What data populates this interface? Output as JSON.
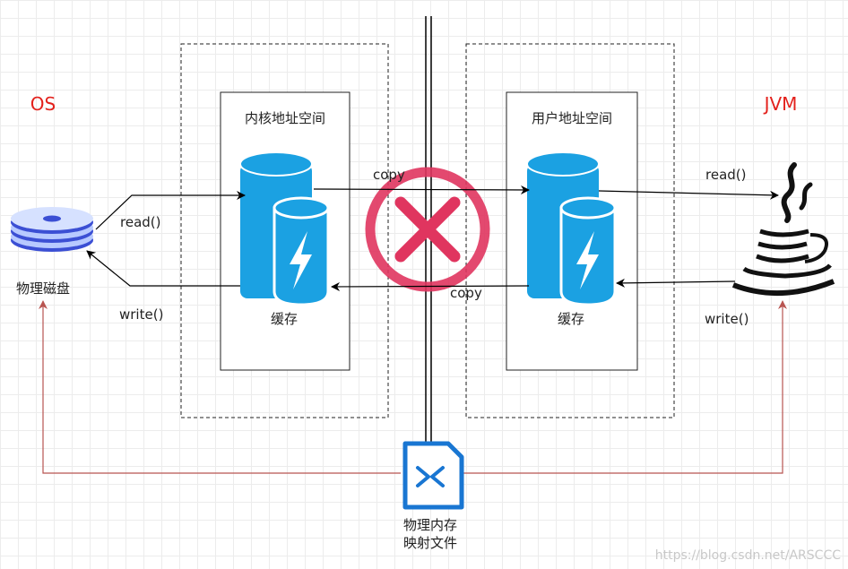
{
  "labels": {
    "os": "OS",
    "jvm": "JVM",
    "disk": "物理磁盘",
    "kernel_space": "内核地址空间",
    "user_space": "用户地址空间",
    "kernel_cache": "缓存",
    "user_cache": "缓存",
    "copy_top": "copy",
    "copy_bottom": "copy",
    "read_left": "read()",
    "write_left": "write()",
    "read_right": "read()",
    "write_right": "write()",
    "mmap_line1": "物理内存",
    "mmap_line2": "映射文件",
    "watermark": "https://blog.csdn.net/ARSCCC"
  },
  "colors": {
    "accent_red": "#e3211c",
    "cache_blue": "#1ba1e2",
    "forbid_pink": "#e0355f",
    "mmap_blue": "#1976d2",
    "mmap_arrow": "#b85450"
  },
  "icons": {
    "disk": "disk-stack-icon",
    "cache": "battery-cylinder-icon",
    "forbid": "cross-circle-icon",
    "mmap": "shortcut-file-icon",
    "jvm": "java-logo-icon"
  }
}
